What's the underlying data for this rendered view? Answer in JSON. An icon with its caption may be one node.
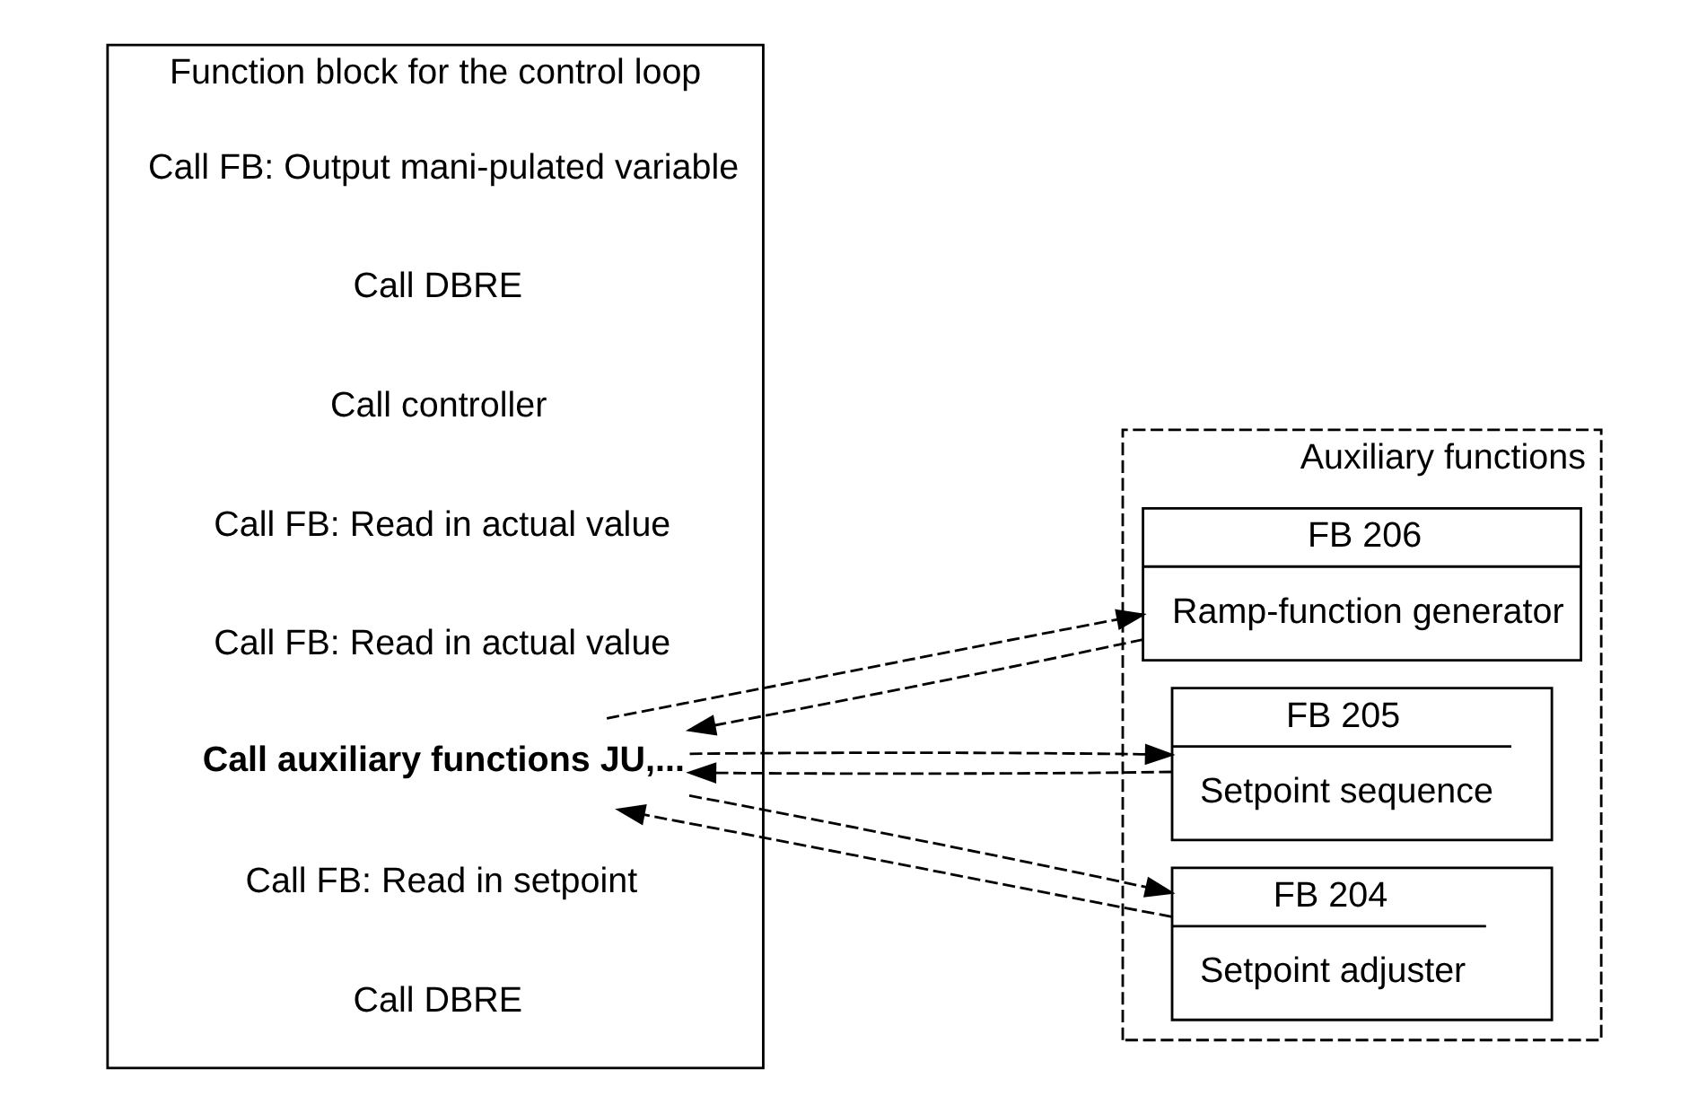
{
  "diagram": {
    "nodes": [
      {
        "text": [
          "Function block for the control loop"
        ]
      },
      {
        "text": [
          "Call DBRE"
        ],
        "in": 0
      },
      {
        "text": [
          "Call FB: Read in setpoint"
        ],
        "in": 0
      },
      {
        "text": [
          "Call auxiliary functions JU,..."
        ],
        "in": 0
      },
      {
        "text": [
          "Call FB: Read in actual value"
        ],
        "in": 0
      },
      {
        "text": [
          "Call FB: Read in actual value"
        ],
        "in": 0
      },
      {
        "text": [
          "Call controller"
        ],
        "in": 0
      },
      {
        "text": [
          "Call DBRE"
        ],
        "in": 0
      },
      {
        "text": [
          "Call FB: Output mani-pulated variable"
        ],
        "in": 0
      },
      {
        "text": [
          "Auxiliary functions"
        ]
      },
      {
        "text": [
          "FB 204",
          "Setpoint adjuster"
        ],
        "in": 9
      },
      {
        "text": [
          "FB 205",
          "Setpoint sequence"
        ],
        "in": 9
      },
      {
        "text": [
          "FB 206",
          "Ramp-function generator"
        ],
        "in": 9
      }
    ],
    "edges": [
      {
        "from": 3,
        "to": 10,
        "arrow": "to",
        "style": "dashed"
      },
      {
        "from": 10,
        "to": 3,
        "arrow": "to",
        "style": "dashed"
      },
      {
        "from": 3,
        "to": 11,
        "arrow": "to",
        "style": "dashed"
      },
      {
        "from": 11,
        "to": 3,
        "arrow": "to",
        "style": "dashed"
      },
      {
        "from": 3,
        "to": 12,
        "arrow": "to",
        "style": "dashed"
      },
      {
        "from": 12,
        "to": 3,
        "arrow": "to",
        "style": "dashed"
      }
    ]
  }
}
